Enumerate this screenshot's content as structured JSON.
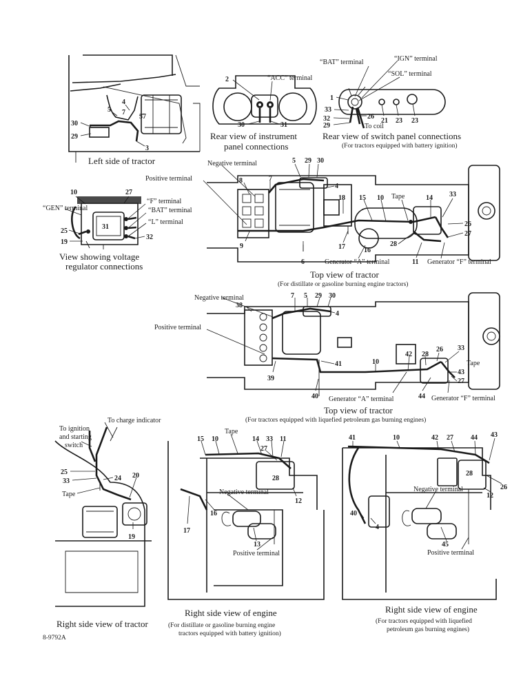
{
  "panels": {
    "left_side_tractor": {
      "caption": "Left side of tractor",
      "callouts": [
        "4",
        "5",
        "7",
        "37",
        "30",
        "29",
        "3"
      ]
    },
    "instrument_panel": {
      "caption": [
        "Rear view of instrument",
        "panel connections"
      ],
      "acc_terminal": "“ACC” terminal",
      "callouts": [
        "2",
        "30",
        "31"
      ]
    },
    "switch_panel": {
      "caption": "Rear view of switch panel connections",
      "subcaption": "(For tractors equipped with battery ignition)",
      "bat_terminal": "“BAT” terminal",
      "ign_terminal": "“IGN” terminal",
      "sol_terminal": "“SOL” terminal",
      "to_coil": "To coil",
      "callouts": [
        "1",
        "33",
        "32",
        "29",
        "26",
        "21",
        "23",
        "23"
      ]
    },
    "voltage_regulator": {
      "caption": [
        "View showing voltage",
        "regulator connections"
      ],
      "gen_terminal": "“GEN” terminal",
      "f_terminal": "“F” terminal",
      "bat_terminal": "“BAT” terminal",
      "l_terminal": "“L” terminal",
      "callouts": [
        "10",
        "27",
        "31",
        "25",
        "19",
        "32"
      ]
    },
    "top_view_distillate": {
      "caption": "Top view of tractor",
      "subcaption": "(For distillate or gasoline burning engine tractors)",
      "negative_terminal": "Negative terminal",
      "positive_terminal": "Positive terminal",
      "tape": "Tape",
      "generator_a": "Generator “A” terminal",
      "generator_f": "Generator “F” terminal",
      "callouts": [
        "5",
        "29",
        "30",
        "8",
        "7",
        "4",
        "18",
        "15",
        "10",
        "14",
        "33",
        "9",
        "6",
        "17",
        "16",
        "28",
        "26",
        "27",
        "11"
      ]
    },
    "top_view_lpg": {
      "caption": "Top view of tractor",
      "subcaption": "(For tractors equipped with liquefied petroleum gas burning engines)",
      "negative_terminal": "Negative terminal",
      "positive_terminal": "Positive terminal",
      "tape": "Tape",
      "generator_a": "Generator “A” terminal",
      "generator_f": "Generator “F” terminal",
      "callouts": [
        "38",
        "7",
        "5",
        "29",
        "30",
        "4",
        "41",
        "10",
        "42",
        "28",
        "26",
        "33",
        "43",
        "27",
        "39",
        "40",
        "44"
      ]
    },
    "right_side_tractor": {
      "caption": "Right side view of tractor",
      "to_charge_indicator": "To charge indicator",
      "to_ignition": [
        "To ignition",
        "and starting",
        "switch"
      ],
      "tape": "Tape",
      "callouts": [
        "25",
        "33",
        "24",
        "20",
        "19"
      ]
    },
    "right_side_engine_distillate": {
      "caption": "Right side view of engine",
      "subcaption": [
        "(For distillate or gasoline burning engine",
        "tractors equipped with battery ignition)"
      ],
      "tape": "Tape",
      "negative_terminal": "Negative terminal",
      "positive_terminal": "Positive terminal",
      "callouts": [
        "15",
        "10",
        "14",
        "33",
        "11",
        "27",
        "28",
        "12",
        "16",
        "17",
        "13"
      ]
    },
    "right_side_engine_lpg": {
      "caption": "Right side view of engine",
      "subcaption": [
        "(For tractors equipped with liquefied",
        "petroleum gas burning engines)"
      ],
      "negative_terminal": "Negative terminal",
      "positive_terminal": "Positive terminal",
      "callouts": [
        "41",
        "10",
        "42",
        "27",
        "44",
        "43",
        "28",
        "26",
        "12",
        "40",
        "4",
        "45"
      ]
    }
  },
  "figure_id": "8-9792A"
}
